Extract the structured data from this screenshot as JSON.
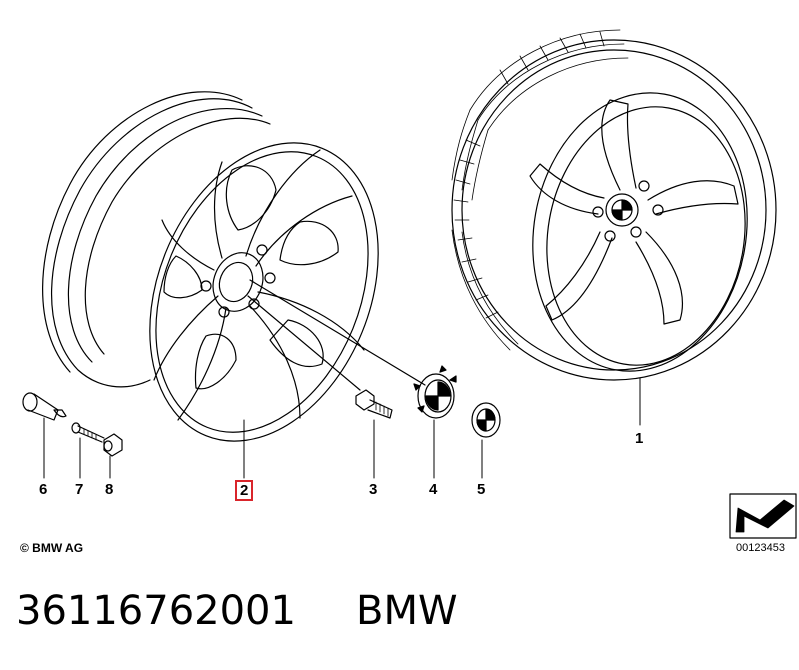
{
  "diagram": {
    "callouts": [
      {
        "id": "1",
        "label": "1"
      },
      {
        "id": "2",
        "label": "2",
        "highlighted": true
      },
      {
        "id": "3",
        "label": "3"
      },
      {
        "id": "4",
        "label": "4"
      },
      {
        "id": "5",
        "label": "5"
      },
      {
        "id": "6",
        "label": "6"
      },
      {
        "id": "7",
        "label": "7"
      },
      {
        "id": "8",
        "label": "8"
      }
    ],
    "copyright": "© BMW AG",
    "diagram_number": "00123453",
    "highlight_color": "#d9252b"
  },
  "footer": {
    "part_number": "36116762001",
    "brand": "BMW"
  }
}
